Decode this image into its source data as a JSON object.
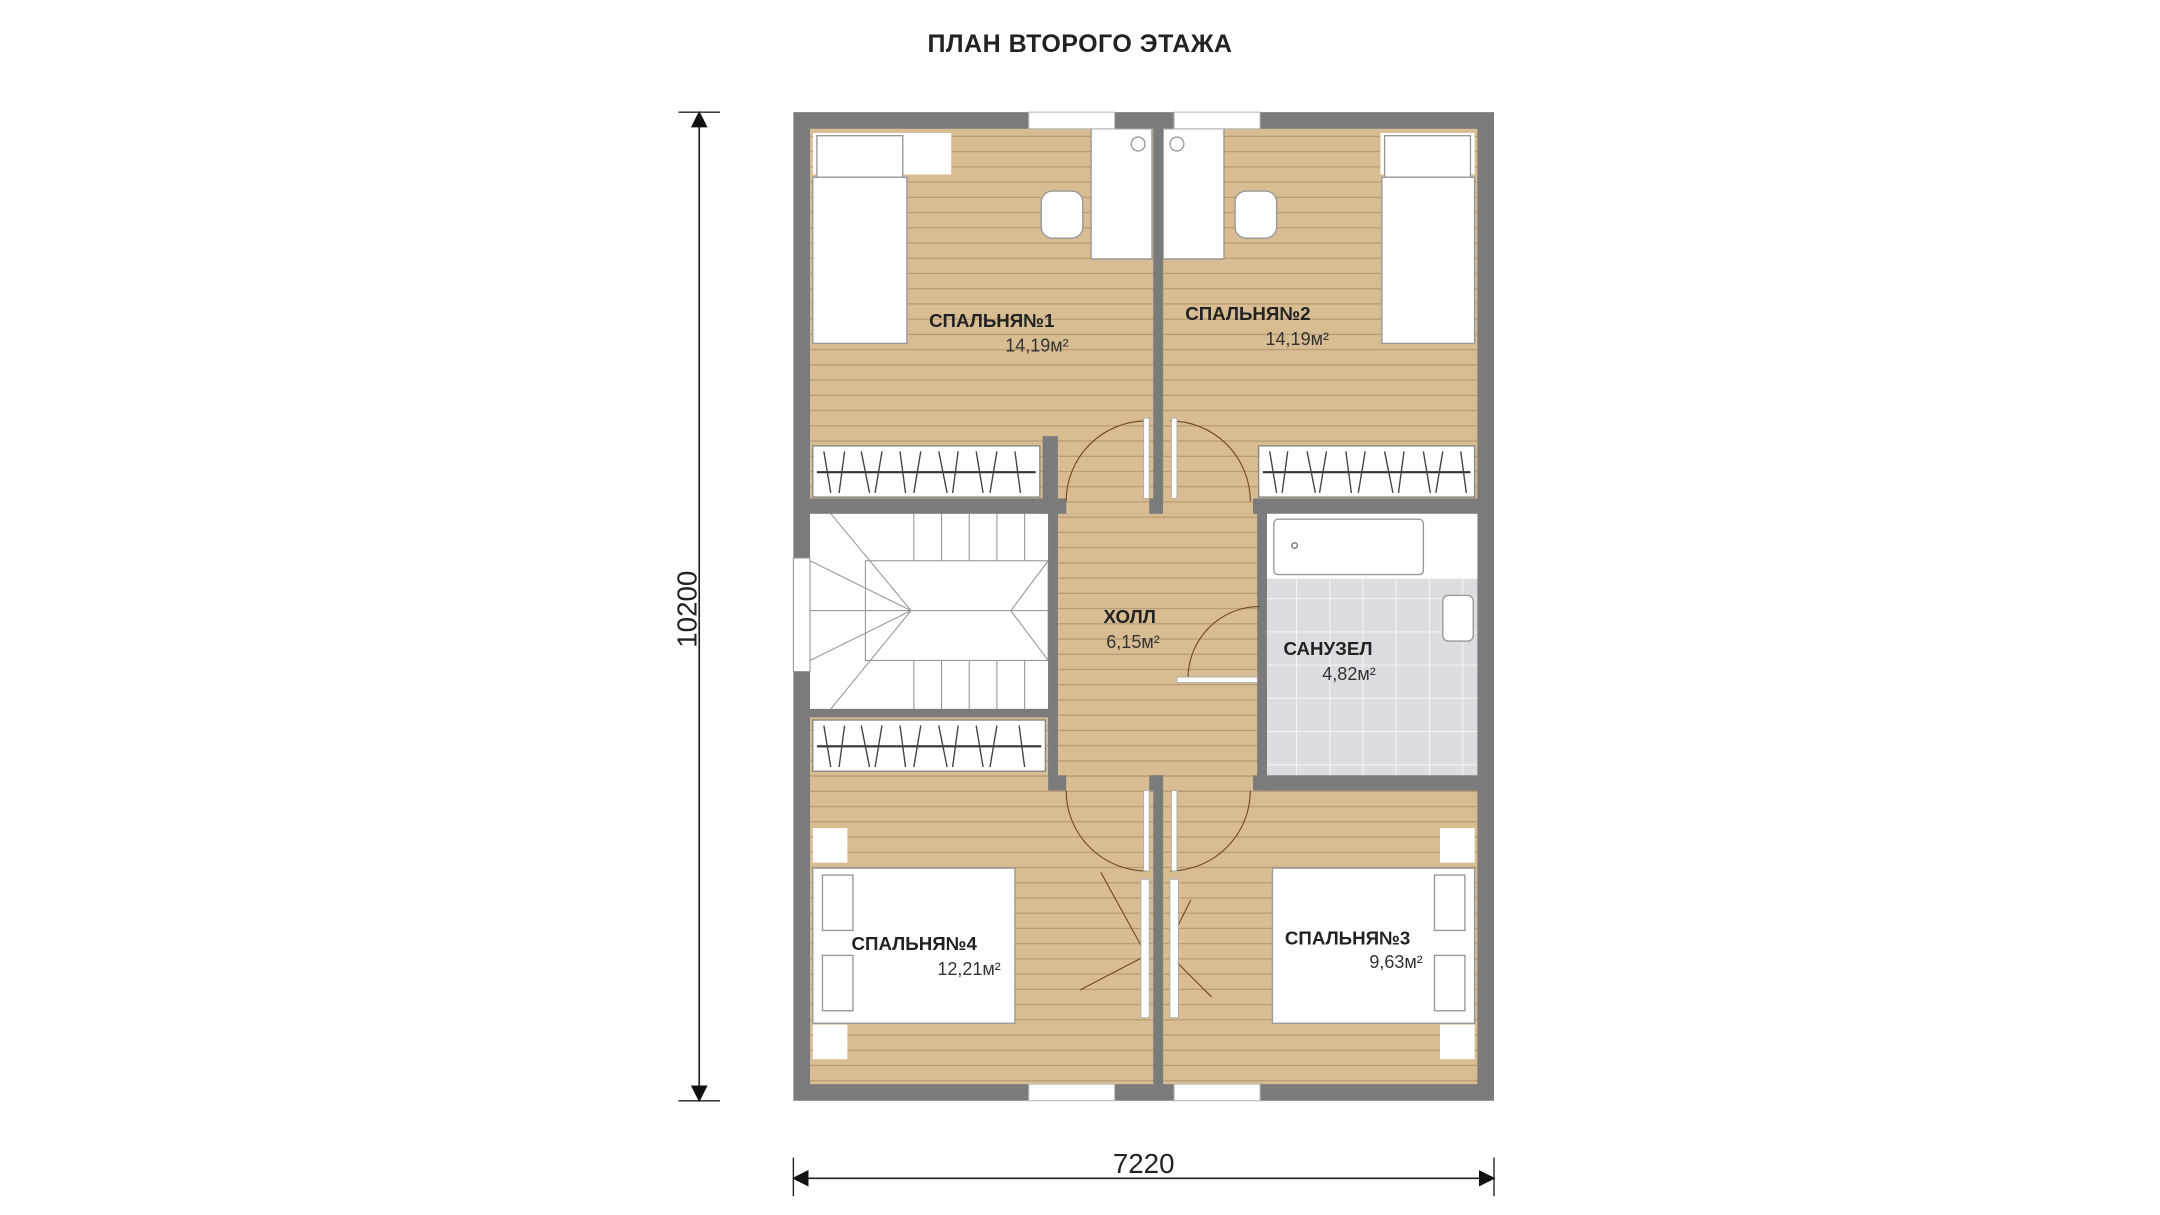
{
  "title": "ПЛАН ВТОРОГО ЭТАЖА",
  "dimensions": {
    "height": "10200",
    "width": "7220"
  },
  "rooms": [
    {
      "name": "СПАЛЬНЯ№1",
      "area": "14,19м²"
    },
    {
      "name": "СПАЛЬНЯ№2",
      "area": "14,19м²"
    },
    {
      "name": "ХОЛЛ",
      "area": "6,15м²"
    },
    {
      "name": "САНУЗЕЛ",
      "area": "4,82м²"
    },
    {
      "name": "СПАЛЬНЯ№4",
      "area": "12,21м²"
    },
    {
      "name": "СПАЛЬНЯ№3",
      "area": "9,63м²"
    }
  ],
  "colors": {
    "wall": "#7b7b7b",
    "wood": "#d8bd92",
    "tile": "#dcdde0"
  }
}
